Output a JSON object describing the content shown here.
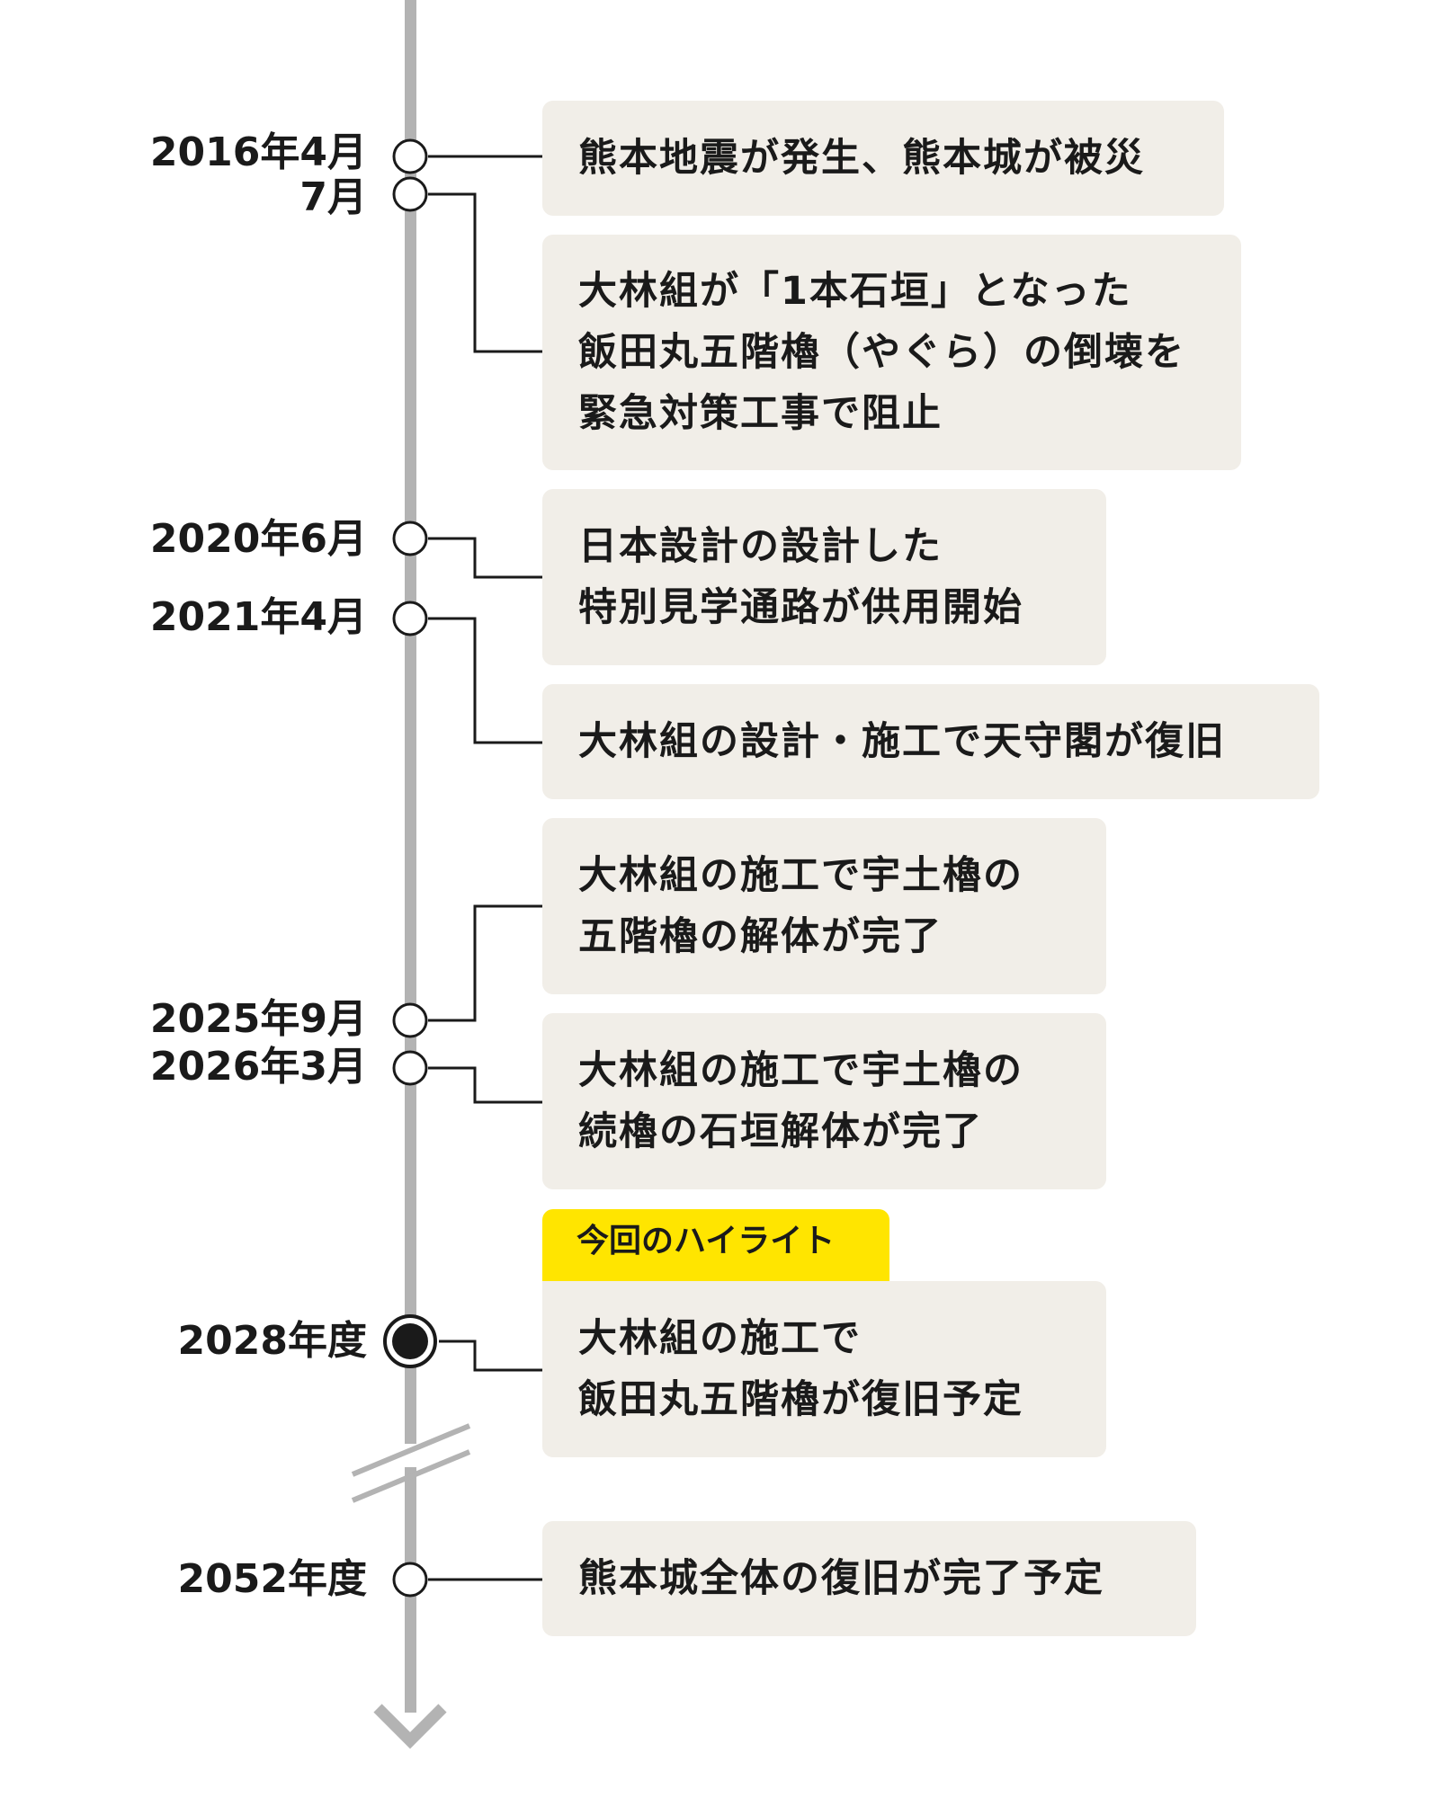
{
  "colors": {
    "axis": "#b3b3b3",
    "connector": "#1a1a1a",
    "box_bg": "#f1eee8",
    "highlight": "#ffe500"
  },
  "dates": {
    "d1": "2016年4月",
    "d2": "7月",
    "d3": "2020年6月",
    "d4": "2021年4月",
    "d5": "2025年9月",
    "d6": "2026年3月",
    "d7": "2028年度",
    "d8": "2052年度"
  },
  "events": {
    "e1": [
      "熊本地震が発生、熊本城が被災"
    ],
    "e2": [
      "大林組が「1本石垣」となった",
      "飯田丸五階櫓（やぐら）の倒壊を",
      "緊急対策工事で阻止"
    ],
    "e3": [
      "日本設計の設計した",
      "特別見学通路が供用開始"
    ],
    "e4": [
      "大林組の設計・施工で天守閣が復旧"
    ],
    "e5": [
      "大林組の施工で宇土櫓の",
      "五階櫓の解体が完了"
    ],
    "e6": [
      "大林組の施工で宇土櫓の",
      "続櫓の石垣解体が完了"
    ],
    "e7": [
      "大林組の施工で",
      "飯田丸五階櫓が復旧予定"
    ],
    "e8": [
      "熊本城全体の復旧が完了予定"
    ]
  },
  "highlight_label": "今回のハイライト"
}
